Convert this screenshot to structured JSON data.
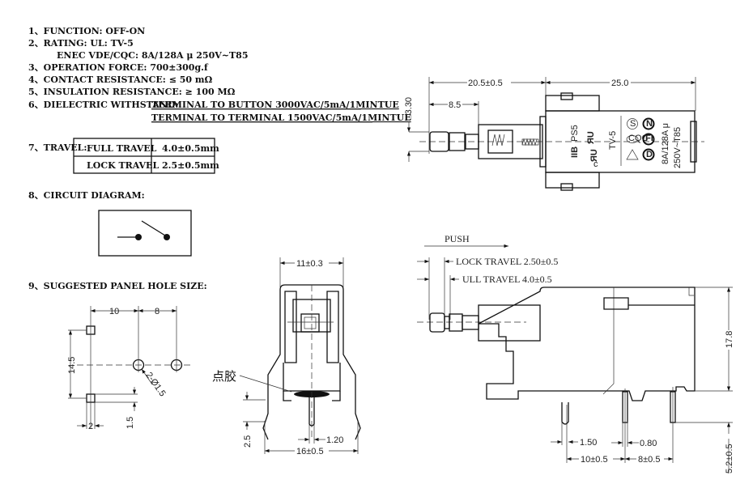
{
  "specs": {
    "function": "1、FUNCTION:   OFF-ON",
    "rating": "2、RATING:   UL:   TV-5",
    "rating_enec": "ENEC VDE/CQC:   8A/128A μ 250V~T85",
    "operation_force": "3、OPERATION FORCE: 700±300g.f",
    "contact_resistance": "4、CONTACT RESISTANCE: ≤ 50 mΩ",
    "insulation_resistance": "5、INSULATION RESISTANCE: ≥ 100 MΩ",
    "dielectric_label": "6、DIELECTRIC WITHSTAND:",
    "dielectric_1": "TERMINAL TO BUTTON 3000VAC/5mA/1MINTUE",
    "dielectric_2": "TERMINAL TO TERMINAL 1500VAC/5mA/1MINTUE",
    "travel_label": "7、TRAVEL:",
    "travel_table": [
      {
        "name": "FULL TRAVEL",
        "value": "4.0±0.5mm"
      },
      {
        "name": "LOCK TRAVEL",
        "value": "2.5±0.5mm"
      }
    ],
    "circuit_label": "8、CIRCUIT DIAGRAM:",
    "panel_label": "9、SUGGESTED PANEL HOLE SIZE:"
  },
  "panel_hole": {
    "d10": "10",
    "d8": "8",
    "d14_5": "14.5",
    "d1_5": "1.5",
    "d2": "2",
    "hole": "2-Ø1.5"
  },
  "top_view": {
    "d20_5": "20.5±0.5",
    "d25": "25.0",
    "d8_5": "8.5",
    "d3_30": "□3.30",
    "marking_model": "PS5",
    "marking_ul": "TV-5",
    "marking_rating1": "8A/128A μ",
    "marking_rating2": "250V~T85",
    "brand": "IIB",
    "cert_s": "S",
    "cert_n": "N",
    "cert_fi": "FI",
    "cert_d": "D",
    "cert_cqc": "CQC",
    "cert_c": "c"
  },
  "front_view": {
    "d11": "11±0.3",
    "glue_label": "点胶",
    "d2_5": "2.5",
    "d1_20": "1.20",
    "d16": "16±0.5"
  },
  "side_view": {
    "push": "PUSH",
    "lock_travel": "LOCK TRAVEL 2.50±0.5",
    "full_travel": "ULL TRAVEL 4.0±0.5",
    "d17_8": "17.8",
    "d1_50": "1.50",
    "d0_80": "0.80",
    "d10": "10±0.5",
    "d8": "8±0.5",
    "d5_2": "5.2±0.5"
  }
}
